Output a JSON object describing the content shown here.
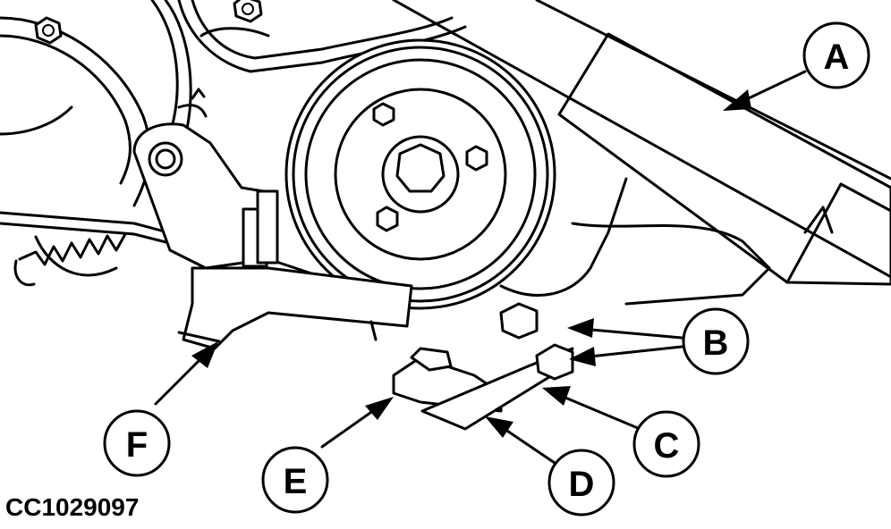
{
  "figure_id": "CC1029097",
  "callouts": {
    "a": "A",
    "b": "B",
    "c": "C",
    "d": "D",
    "e": "E",
    "f": "F"
  },
  "colors": {
    "ink": "#000000",
    "paper": "#ffffff"
  }
}
